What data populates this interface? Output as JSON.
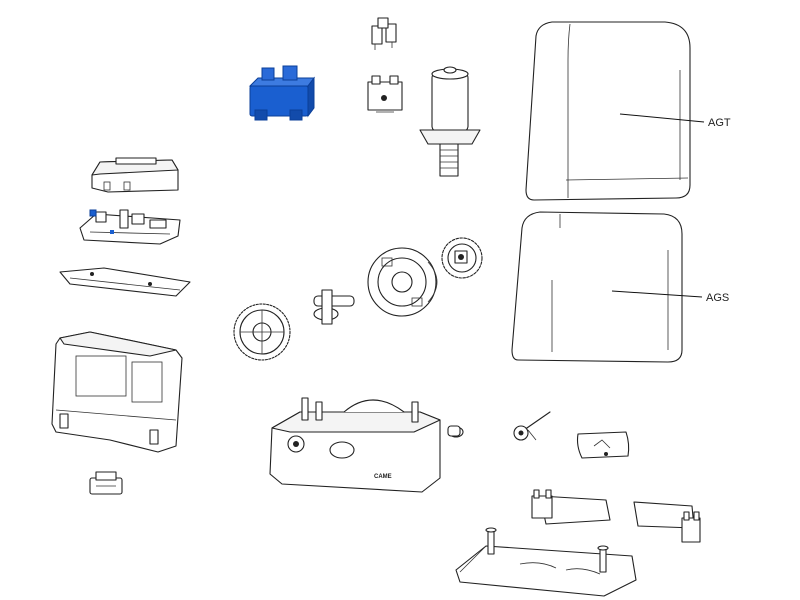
{
  "callouts": {
    "agt": "AGT",
    "ags": "AGS"
  },
  "base_brand": "CAME",
  "colors": {
    "highlight_fill": "#1a5fd0",
    "highlight_dark": "#0b3f99",
    "line": "#222222",
    "background": "#ffffff"
  }
}
